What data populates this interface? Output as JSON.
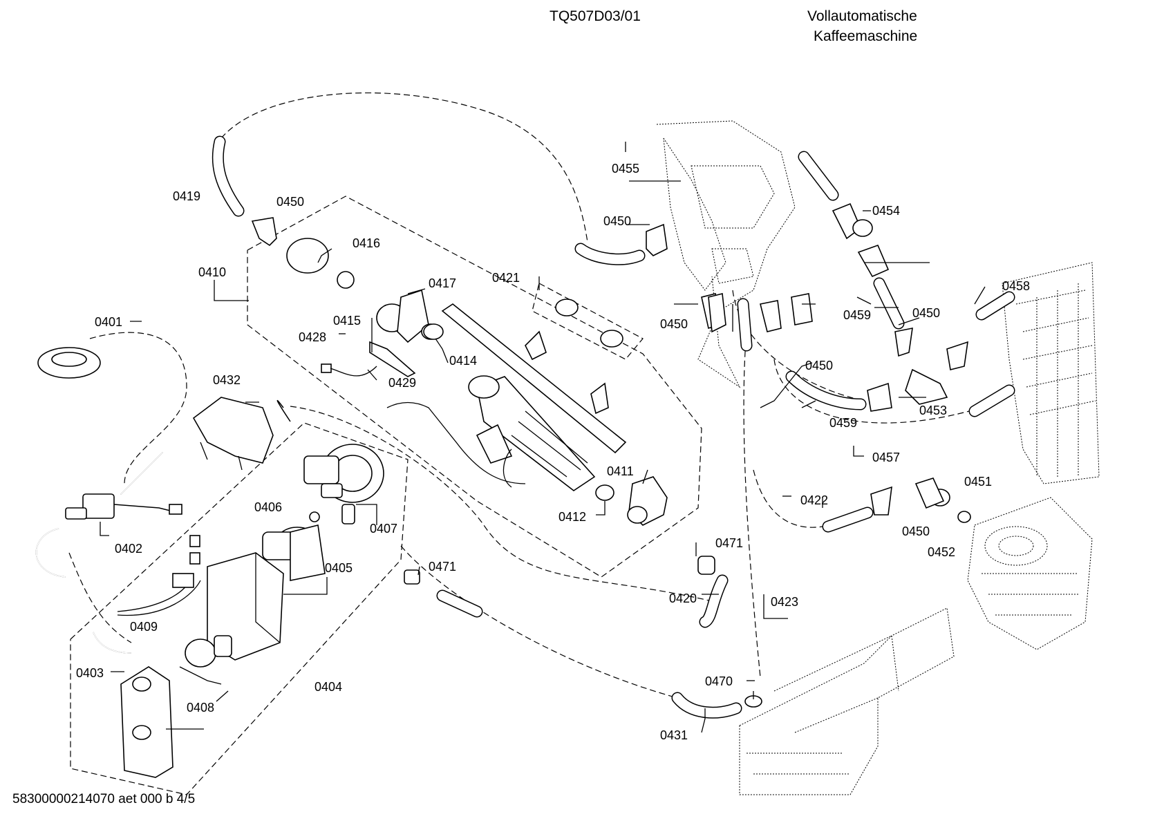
{
  "header": {
    "model": "TQ507D03/01",
    "title_line1": "Vollautomatische",
    "title_line2": "Kaffeemaschine"
  },
  "footer": {
    "code": "58300000214070 aet 000 b 4/5"
  },
  "labels": {
    "l0401": "0401",
    "l0402": "0402",
    "l0403": "0403",
    "l0404": "0404",
    "l0405": "0405",
    "l0406": "0406",
    "l0407": "0407",
    "l0408": "0408",
    "l0409": "0409",
    "l0410": "0410",
    "l0411": "0411",
    "l0412": "0412",
    "l0414": "0414",
    "l0415": "0415",
    "l0416": "0416",
    "l0417": "0417",
    "l0419": "0419",
    "l0420": "0420",
    "l0421": "0421",
    "l0422": "0422",
    "l0423": "0423",
    "l0428": "0428",
    "l0429": "0429",
    "l0431": "0431",
    "l0432": "0432",
    "l0450a": "0450",
    "l0450b": "0450",
    "l0450c": "0450",
    "l0450d": "0450",
    "l0450e": "0450",
    "l0450f": "0450",
    "l0451": "0451",
    "l0452": "0452",
    "l0453": "0453",
    "l0454": "0454",
    "l0455": "0455",
    "l0457": "0457",
    "l0458": "0458",
    "l0459a": "0459",
    "l0459b": "0459",
    "l0470": "0470",
    "l0471a": "0471",
    "l0471b": "0471"
  }
}
